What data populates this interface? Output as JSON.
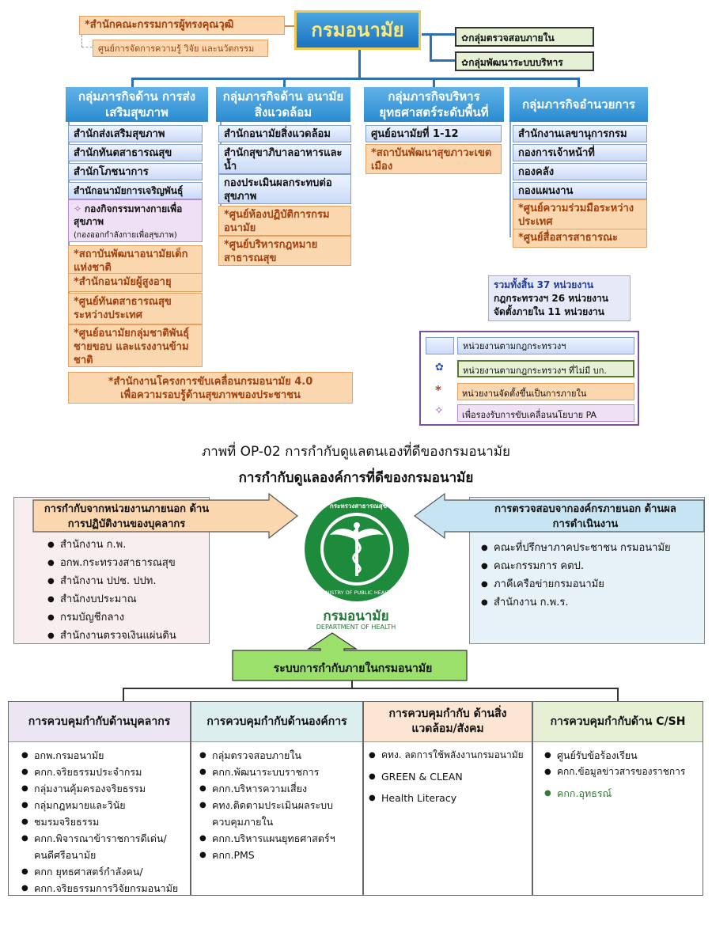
{
  "top": {
    "left_office": "*สำนักคณะกรรมการผู้ทรงคุณวุฒิ",
    "left_sub": "ศูนย์การจัดการความรู้ วิจัย และนวัตกรรม",
    "title": "กรมอนามัย",
    "right1": "กลุ่มตรวจสอบภายใน",
    "right2": "กลุ่มพัฒนาระบบบริหาร"
  },
  "columns": [
    {
      "header": "กลุ่มภารกิจด้าน การส่งเสริมสุขภาพ",
      "items": [
        "สำนักส่งเสริมสุขภาพ",
        "สำนักทันตสาธารณสุข",
        "สำนักโภชนาการ",
        "สำนักอนามัยการเจริญพันธุ์"
      ],
      "pa_item": "กองกิจกรรมทางกายเพื่อสุขภาพ",
      "pa_sub": "(กองออกกำลังกายเพื่อสุขภาพ)",
      "orange": [
        "*สถาบันพัฒนาอนามัยเด็กแห่งชาติ",
        "*สำนักอนามัยผู้สูงอายุ",
        "*ศูนย์ทันตสาธารณสุขระหว่างประเทศ",
        "*ศูนย์อนามัยกลุ่มชาติพันธุ์ ชายขอบ และแรงงานข้ามชาติ"
      ]
    },
    {
      "header": "กลุ่มภารกิจด้าน อนามัยสิ่งแวดล้อม",
      "items": [
        "สำนักอนามัยสิ่งแวดล้อม",
        "สำนักสุขาภิบาลอาหารและน้ำ",
        "กองประเมินผลกระทบต่อสุขภาพ"
      ],
      "orange": [
        "*ศูนย์ห้องปฏิบัติการกรมอนามัย",
        "*ศูนย์บริหารกฎหมายสาธารณสุข"
      ]
    },
    {
      "header": "กลุ่มภารกิจบริหาร ยุทธศาสตร์ระดับพื้นที่",
      "items": [
        "ศูนย์อนามัยที่ 1-12"
      ],
      "orange": [
        "*สถาบันพัฒนาสุขภาวะเขตเมือง"
      ]
    },
    {
      "header": "กลุ่มภารกิจอำนวยการ",
      "items": [
        "สำนักงานเลขานุการกรม",
        "กองการเจ้าหน้าที่",
        "กองคลัง",
        "กองแผนงาน"
      ],
      "orange": [
        "*ศูนย์ความร่วมมือระหว่างประเทศ",
        "*ศูนย์สื่อสารสาธารณะ"
      ]
    }
  ],
  "bottom_orange": "*สำนักงานโครงการขับเคลื่อนกรมอนามัย 4.0 เพื่อความรอบรู้ด้านสุขภาพของประชาชน",
  "summary": {
    "total": "รวมทั้งสิ้น 37 หน่วยงาน",
    "law": "กฎกระทรวงฯ 26 หน่วยงาน",
    "internal": "จัดตั้งภายใน 11 หน่วยงาน"
  },
  "legend": [
    {
      "symbol": "",
      "text": "หน่วยงานตามกฎกระทรวงฯ"
    },
    {
      "symbol": "✿",
      "text": "หน่วยงานตามกฎกระทรวงฯ ที่ไม่มี บก."
    },
    {
      "symbol": "*",
      "text": "หน่วยงานจัดตั้งขึ้นเป็นการภายใน"
    },
    {
      "symbol": "✧",
      "text": "เพื่อรองรับการขับเคลื่อนนโยบาย PA"
    }
  ],
  "caption1": "ภาพที่ OP-02 การกำกับดูแลตนเองที่ดีของกรมอนามัย",
  "caption2": "การกำกับดูแลองค์การที่ดีของกรมอนามัย",
  "external_left": {
    "title": "การกำกับจากหน่วยงานภายนอก ด้านการปฏิบัติงานของบุคลากร",
    "items": [
      "สำนักงาน ก.พ.",
      "อกพ.กระทรวงสาธารณสุข",
      "สำนักงาน ปปช. ปปท.",
      "สำนักงบประมาณ",
      "กรมบัญชีกลาง",
      "สำนักงานตรวจเงินแผ่นดิน"
    ]
  },
  "external_right": {
    "title": "การตรวจสอบจากองค์กรภายนอก ด้านผลการดำเนินงาน",
    "items": [
      "คณะที่ปรึกษาภาคประชาชน กรมอนามัย",
      "คณะกรรมการ คตป.",
      "ภาคีเครือข่ายกรมอนามัย",
      "สำนักงาน ก.พ.ร."
    ]
  },
  "logo": {
    "ring_top": "กระทรวงสาธารณสุข",
    "ring_bottom": "MINISTRY OF PUBLIC HEALTH",
    "name_th": "กรมอนามัย",
    "name_en": "DEPARTMENT OF HEALTH"
  },
  "internal_label": "ระบบการกำกับภายในกรมอนามัย",
  "controls": [
    {
      "title": "การควบคุมกำกับด้านบุคลากร",
      "items": [
        "อกพ.กรมอนามัย",
        "คกก.จริยธรรมประจำกรม",
        "กลุ่มงานคุ้มครองจริยธรรม",
        "กลุ่มกฎหมายและวินัย",
        "ชมรมจริยธรรม",
        "คกก.พิจารณาข้าราชการดีเด่น/คนดีศรีอนามัย",
        "คกก ยุทธศาสตร์กำลังคน/",
        "คกก.จริยธรรมการวิจัยกรมอนามัย"
      ]
    },
    {
      "title": "การควบคุมกำกับด้านองค์การ",
      "items": [
        "กลุ่มตรวจสอบภายใน",
        "คกก.พัฒนาระบบราชการ",
        "คกก.บริหารความเสี่ยง",
        "คทง.ติดตามประเมินผลระบบควบคุมภายใน",
        "คกก.บริหารแผนยุทธศาสตร์ฯ",
        "คกก.PMS"
      ]
    },
    {
      "title": "การควบคุมกำกับ ด้านสิ่งแวดล้อม/สังคม",
      "items": [
        "คทง. ลดการใช้พลังงานกรมอนามัย",
        "GREEN & CLEAN",
        "Health Literacy"
      ]
    },
    {
      "title": "การควบคุมกำกับด้าน C/SH",
      "items": [
        "ศูนย์รับข้อร้องเรียน",
        "คกก.ข้อมูลข่าวสารของราชการ",
        "คกก.อุทธรณ์"
      ]
    }
  ]
}
